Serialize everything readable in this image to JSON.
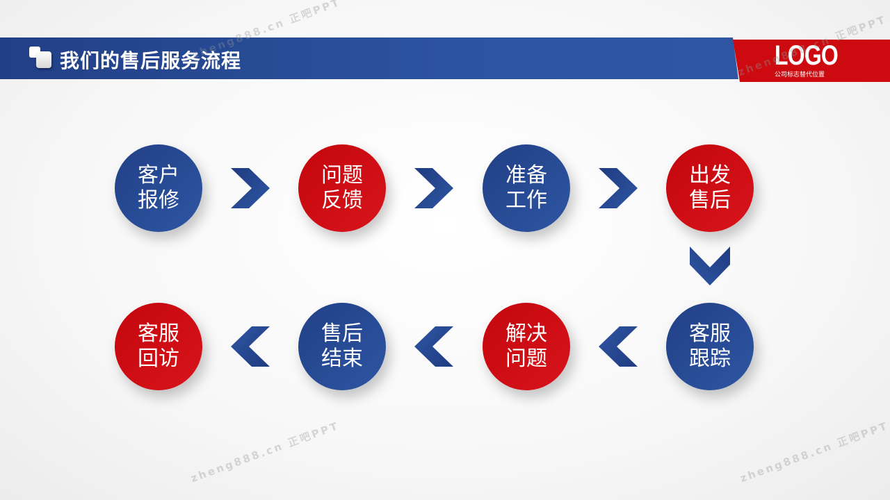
{
  "header": {
    "title": "我们的售后服务流程",
    "logo": "LOGO",
    "logo_subtitle": "公司标志替代位置"
  },
  "steps": [
    {
      "line1": "客户",
      "line2": "报修",
      "color": "blue"
    },
    {
      "line1": "问题",
      "line2": "反馈",
      "color": "red"
    },
    {
      "line1": "准备",
      "line2": "工作",
      "color": "blue"
    },
    {
      "line1": "出发",
      "line2": "售后",
      "color": "red"
    },
    {
      "line1": "客服",
      "line2": "跟踪",
      "color": "blue"
    },
    {
      "line1": "解决",
      "line2": "问题",
      "color": "red"
    },
    {
      "line1": "售后",
      "line2": "结束",
      "color": "blue"
    },
    {
      "line1": "客服",
      "line2": "回访",
      "color": "red"
    }
  ],
  "colors": {
    "blue": "#2a4c9a",
    "red": "#cc0a0f"
  },
  "watermark": "zheng888.cn 正吧PPT"
}
